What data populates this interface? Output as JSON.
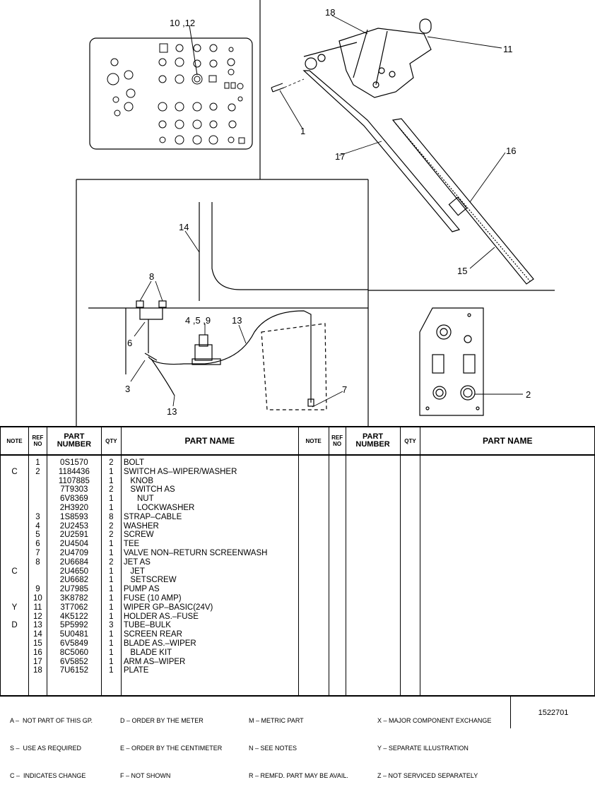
{
  "callouts": {
    "c1": "1",
    "c2": "2",
    "c3": "3",
    "c6": "6",
    "c7": "7",
    "c8": "8",
    "c459": "4 ,5 ,9",
    "c1012": "10 ,12",
    "c11": "11",
    "c13a": "13",
    "c13b": "13",
    "c14": "14",
    "c15": "15",
    "c16": "16",
    "c17": "17",
    "c18": "18"
  },
  "table": {
    "headers": {
      "note": "NOTE",
      "ref_no": "REF NO",
      "part_number": "PART NUMBER",
      "qty": "QTY",
      "part_name": "PART NAME"
    },
    "rows": [
      {
        "note": "",
        "ref": "1",
        "pn": "0S1570",
        "qty": "2",
        "name": "BOLT"
      },
      {
        "note": "C",
        "ref": "2",
        "pn": "1184436",
        "qty": "1",
        "name": "SWITCH AS–WIPER/WASHER"
      },
      {
        "note": "",
        "ref": "",
        "pn": "1107885",
        "qty": "1",
        "name": "   KNOB"
      },
      {
        "note": "",
        "ref": "",
        "pn": "7T9303",
        "qty": "2",
        "name": "   SWITCH AS"
      },
      {
        "note": "",
        "ref": "",
        "pn": "6V8369",
        "qty": "1",
        "name": "      NUT"
      },
      {
        "note": "",
        "ref": "",
        "pn": "2H3920",
        "qty": "1",
        "name": "      LOCKWASHER"
      },
      {
        "note": "",
        "ref": "3",
        "pn": "1S8593",
        "qty": "8",
        "name": "STRAP–CABLE"
      },
      {
        "note": "",
        "ref": "4",
        "pn": "2U2453",
        "qty": "2",
        "name": "WASHER"
      },
      {
        "note": "",
        "ref": "5",
        "pn": "2U2591",
        "qty": "2",
        "name": "SCREW"
      },
      {
        "note": "",
        "ref": "6",
        "pn": "2U4504",
        "qty": "1",
        "name": "TEE"
      },
      {
        "note": "",
        "ref": "7",
        "pn": "2U4709",
        "qty": "1",
        "name": "VALVE NON–RETURN SCREENWASH"
      },
      {
        "note": "",
        "ref": "8",
        "pn": "2U6684",
        "qty": "2",
        "name": "JET AS"
      },
      {
        "note": "C",
        "ref": "",
        "pn": "2U4650",
        "qty": "1",
        "name": "   JET"
      },
      {
        "note": "",
        "ref": "",
        "pn": "2U6682",
        "qty": "1",
        "name": "   SETSCREW"
      },
      {
        "note": "",
        "ref": "9",
        "pn": "2U7985",
        "qty": "1",
        "name": "PUMP AS"
      },
      {
        "note": "",
        "ref": "10",
        "pn": "3K8782",
        "qty": "1",
        "name": "FUSE (10 AMP)"
      },
      {
        "note": "Y",
        "ref": "11",
        "pn": "3T7062",
        "qty": "1",
        "name": "WIPER GP–BASIC(24V)"
      },
      {
        "note": "",
        "ref": "12",
        "pn": "4K5122",
        "qty": "1",
        "name": "HOLDER AS.–FUSE"
      },
      {
        "note": "D",
        "ref": "13",
        "pn": "5P5992",
        "qty": "3",
        "name": "TUBE–BULK"
      },
      {
        "note": "",
        "ref": "14",
        "pn": "5U0481",
        "qty": "1",
        "name": "SCREEN REAR"
      },
      {
        "note": "",
        "ref": "15",
        "pn": "6V5849",
        "qty": "1",
        "name": "BLADE AS.–WIPER"
      },
      {
        "note": "",
        "ref": "16",
        "pn": "8C5060",
        "qty": "1",
        "name": "   BLADE KIT"
      },
      {
        "note": "",
        "ref": "17",
        "pn": "6V5852",
        "qty": "1",
        "name": "ARM AS–WIPER"
      },
      {
        "note": "",
        "ref": "18",
        "pn": "7U6152",
        "qty": "1",
        "name": "PLATE"
      }
    ]
  },
  "footer": {
    "col1": [
      "A –  NOT PART OF THIS GP.",
      "S –  USE AS REQUIRED",
      "C –  INDICATES CHANGE"
    ],
    "col2": [
      "D – ORDER BY THE METER",
      "E – ORDER BY THE CENTIMETER",
      "F – NOT SHOWN"
    ],
    "col3": [
      "M – METRIC PART",
      "N – SEE NOTES",
      "R – REMFD. PART MAY BE AVAIL."
    ],
    "col4": [
      "X – MAJOR COMPONENT EXCHANGE",
      "Y – SEPARATE ILLUSTRATION",
      "Z – NOT SERVICED SEPARATELY"
    ],
    "doc_number": "1522701"
  }
}
